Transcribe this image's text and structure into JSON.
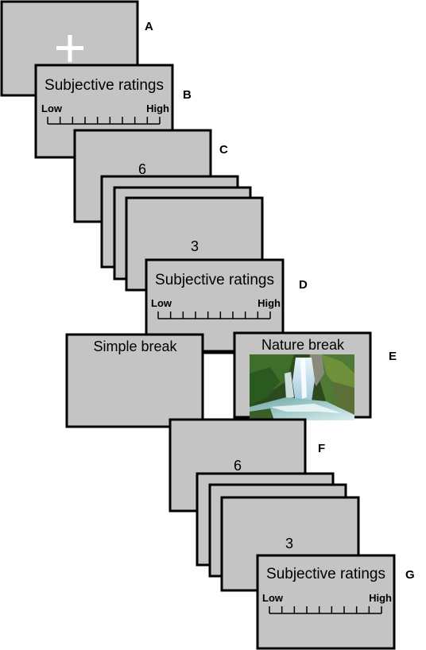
{
  "steps": [
    {
      "letter": "A"
    },
    {
      "letter": "B",
      "rating_title": "Subjective ratings",
      "low_label": "Low",
      "high_label": "High"
    },
    {
      "letter": "C",
      "count_start": "6",
      "count_end": "3"
    },
    {
      "letter": "D",
      "rating_title": "Subjective ratings",
      "low_label": "Low",
      "high_label": "High"
    },
    {
      "letter": "E",
      "simple_break": "Simple break",
      "nature_break": "Nature break"
    },
    {
      "letter": "F",
      "count_start": "6",
      "count_end": "3"
    },
    {
      "letter": "G",
      "rating_title": "Subjective ratings",
      "low_label": "Low",
      "high_label": "High"
    }
  ],
  "icons": {
    "fixation": "fixation-cross-icon",
    "nature_photo": "waterfall-photo"
  },
  "colors": {
    "screen_fill": "#c4c4c4",
    "border": "#000000",
    "cross": "#ffffff"
  }
}
